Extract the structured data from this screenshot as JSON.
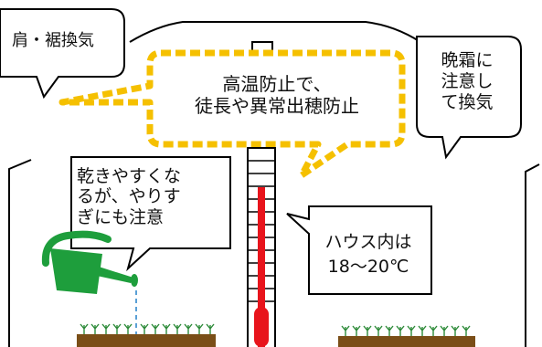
{
  "labels": {
    "shoulder_vent": "肩・裾換気",
    "high_temp": "高温防止で、\n徒長や異常出穂防止",
    "frost": "晩霜に\n注意し\nて換気",
    "drying": "乾きやすくな\nるが、やりす\nぎにも注意",
    "house_temp": "ハウス内は\n18〜20℃"
  },
  "colors": {
    "outline": "#000000",
    "dotted_border": "#f5c000",
    "thermometer": "#e8141c",
    "watering_can": "#1e9e3c",
    "soil": "#7a4e17",
    "seedlings": "#2e8b3a",
    "water": "#5aa0d6"
  }
}
